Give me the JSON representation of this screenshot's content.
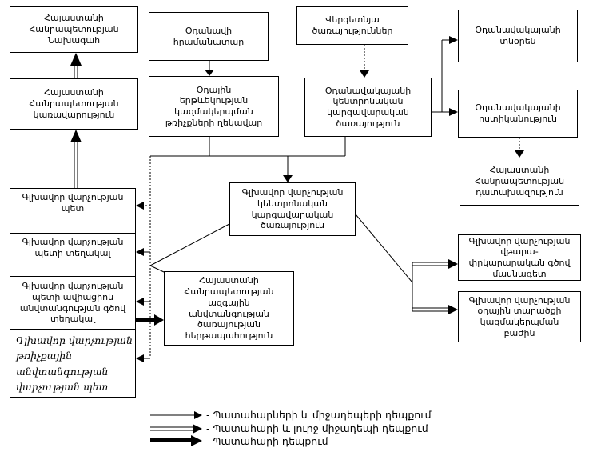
{
  "nodes": {
    "president": {
      "label": "Հայաստանի\nՀանրապետության\nՆախագահ"
    },
    "government": {
      "label": "Հայաստանի\nՀանրապետության\nկառավարություն"
    },
    "aircraft_commander": {
      "label": "Օդանավի\nհրամանատար"
    },
    "atm_flights_director": {
      "label": "Օդային\nերթևեկության\nկազմակերպման\nթռիչքների ղեկավար"
    },
    "ground_services": {
      "label": "Վերգետնյա\nծառայություններ"
    },
    "airport_central_dispatch": {
      "label": "Օդանավակայանի\nկենտրոնական\nկարգավարական\nծառայություն"
    },
    "airport_director": {
      "label": "Օդանավակայանի\nտնօրեն"
    },
    "airport_police": {
      "label": "Օդանավակայանի\nոստիկանություն"
    },
    "prosecutors_office": {
      "label": "Հայաստանի\nՀանրապետության\nդատախազություն"
    },
    "main_dept_dispatch": {
      "label": "Գլխավոր վարչության\nկենտրոնական\nկարգավարական\nծառայություն"
    },
    "main_dept_head": {
      "label": "Գլխավոր վարչության\nպետ"
    },
    "main_dept_deputy": {
      "label": "Գլխավոր վարչության\nպետի տեղակալ"
    },
    "aviation_security_deputy": {
      "label": "Գլխավոր վարչության\nպետի ավիացիոն\nանվտանգության գծով\nտեղակալ"
    },
    "flight_safety_head": {
      "label": "Գլխավոր վարչության\nթռիչքային\nանվտանգության\nվարչության պետ"
    },
    "nss_duty": {
      "label": "Հայաստանի\nՀանրապետության\nազգային\nանվտանգության\nծառայության\nհերթապահություն"
    },
    "rescue_specialist": {
      "label": "Գլխավոր վարչության\nվթարա-\nփրկարարական գծով\nմասնագետ"
    },
    "airspace_division": {
      "label": "Գլխավոր վարչության\nօդային տարածքի\nկազմակերպման\nբաժին"
    }
  },
  "legend": {
    "thin": {
      "arrow": "thin",
      "label": "- Պատահարների և միջադեպերի դեպքում"
    },
    "double": {
      "arrow": "double",
      "label": "- Պատահարի և լուրջ միջադեպի դեպքում"
    },
    "thick": {
      "arrow": "thick",
      "label": "- Պատահարի դեպքում"
    }
  },
  "colors": {
    "line": "#000000",
    "background": "#ffffff",
    "box_border": "#000000"
  }
}
